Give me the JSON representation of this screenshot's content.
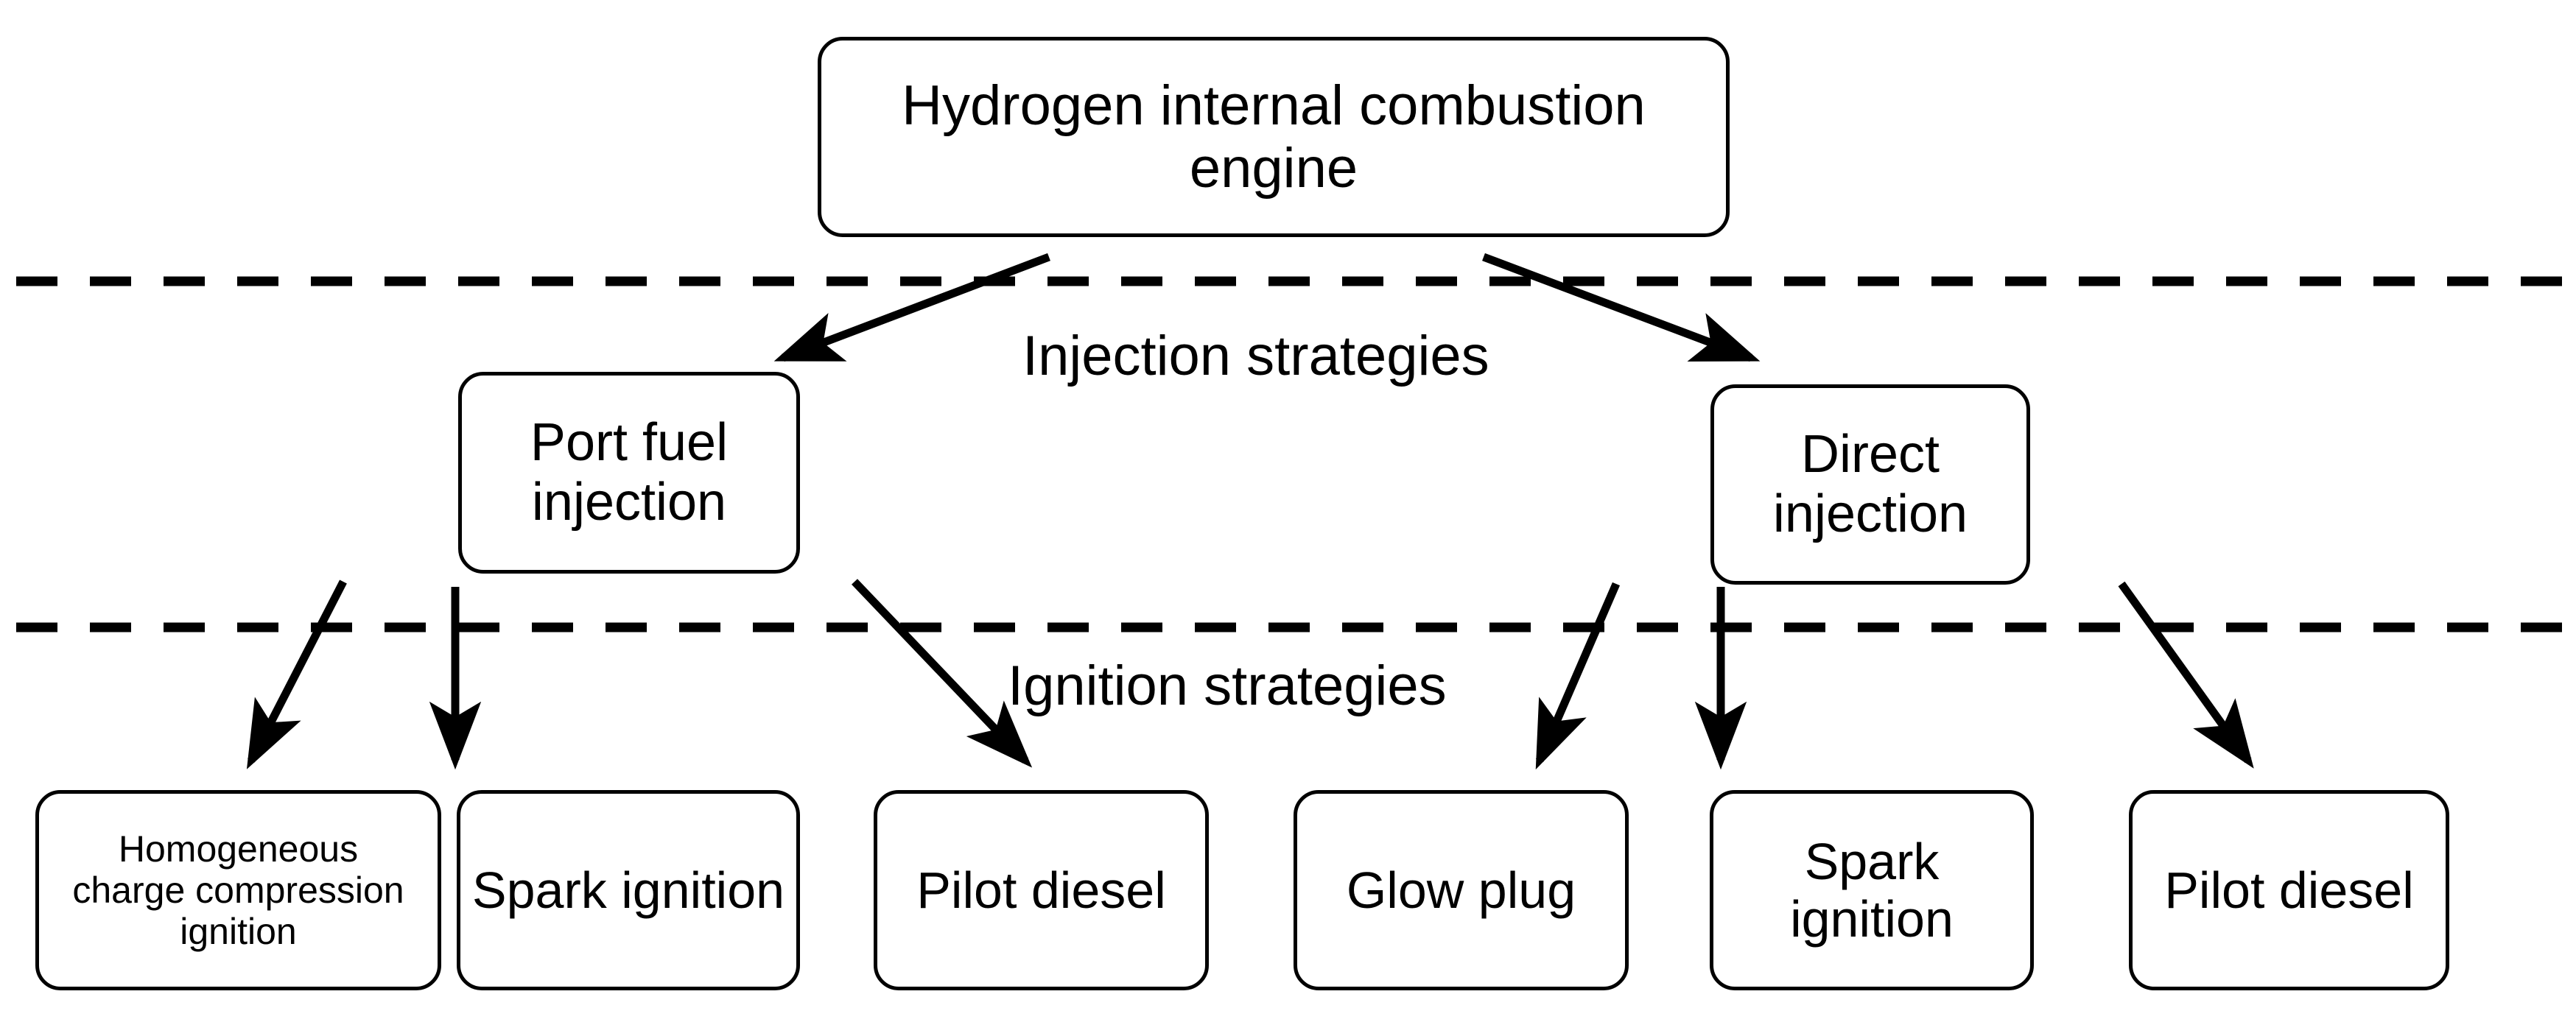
{
  "diagram": {
    "type": "hierarchy-tree",
    "title": "Hydrogen internal combustion engine strategy tree",
    "colors": {
      "background": "#ffffff",
      "stroke": "#000000",
      "node_fill": "#ffffff",
      "text": "#000000"
    },
    "root": {
      "label": "Hydrogen internal combustion engine"
    },
    "band_labels": [
      {
        "id": "injection",
        "label": "Injection strategies"
      },
      {
        "id": "ignition",
        "label": "Ignition strategies"
      }
    ],
    "separators": [
      {
        "id": "separator-injection",
        "style": "dashed"
      },
      {
        "id": "separator-ignition",
        "style": "dashed"
      }
    ],
    "injection_strategies": [
      {
        "id": "port-fuel-injection",
        "label": "Port fuel\ninjection"
      },
      {
        "id": "direct-injection",
        "label": "Direct injection"
      }
    ],
    "ignition_strategies": [
      {
        "id": "pfi-hcci",
        "parent": "port-fuel-injection",
        "label": "Homogeneous\ncharge compression\nignition"
      },
      {
        "id": "pfi-spark",
        "parent": "port-fuel-injection",
        "label": "Spark ignition"
      },
      {
        "id": "pfi-pilot",
        "parent": "port-fuel-injection",
        "label": "Pilot diesel"
      },
      {
        "id": "di-glow",
        "parent": "direct-injection",
        "label": "Glow plug"
      },
      {
        "id": "di-spark",
        "parent": "direct-injection",
        "label": "Spark ignition"
      },
      {
        "id": "di-pilot",
        "parent": "direct-injection",
        "label": "Pilot diesel"
      }
    ],
    "edges": [
      {
        "id": "edge-root-pfi",
        "from": "Hydrogen internal combustion engine",
        "to": "Port fuel injection"
      },
      {
        "id": "edge-root-di",
        "from": "Hydrogen internal combustion engine",
        "to": "Direct injection"
      },
      {
        "id": "edge-pfi-hcci",
        "from": "Port fuel injection",
        "to": "Homogeneous charge compression ignition"
      },
      {
        "id": "edge-pfi-spark",
        "from": "Port fuel injection",
        "to": "Spark ignition"
      },
      {
        "id": "edge-pfi-pilot",
        "from": "Port fuel injection",
        "to": "Pilot diesel"
      },
      {
        "id": "edge-di-glow",
        "from": "Direct injection",
        "to": "Glow plug"
      },
      {
        "id": "edge-di-spark",
        "from": "Direct injection",
        "to": "Spark ignition"
      },
      {
        "id": "edge-di-pilot",
        "from": "Direct injection",
        "to": "Pilot diesel"
      }
    ]
  }
}
